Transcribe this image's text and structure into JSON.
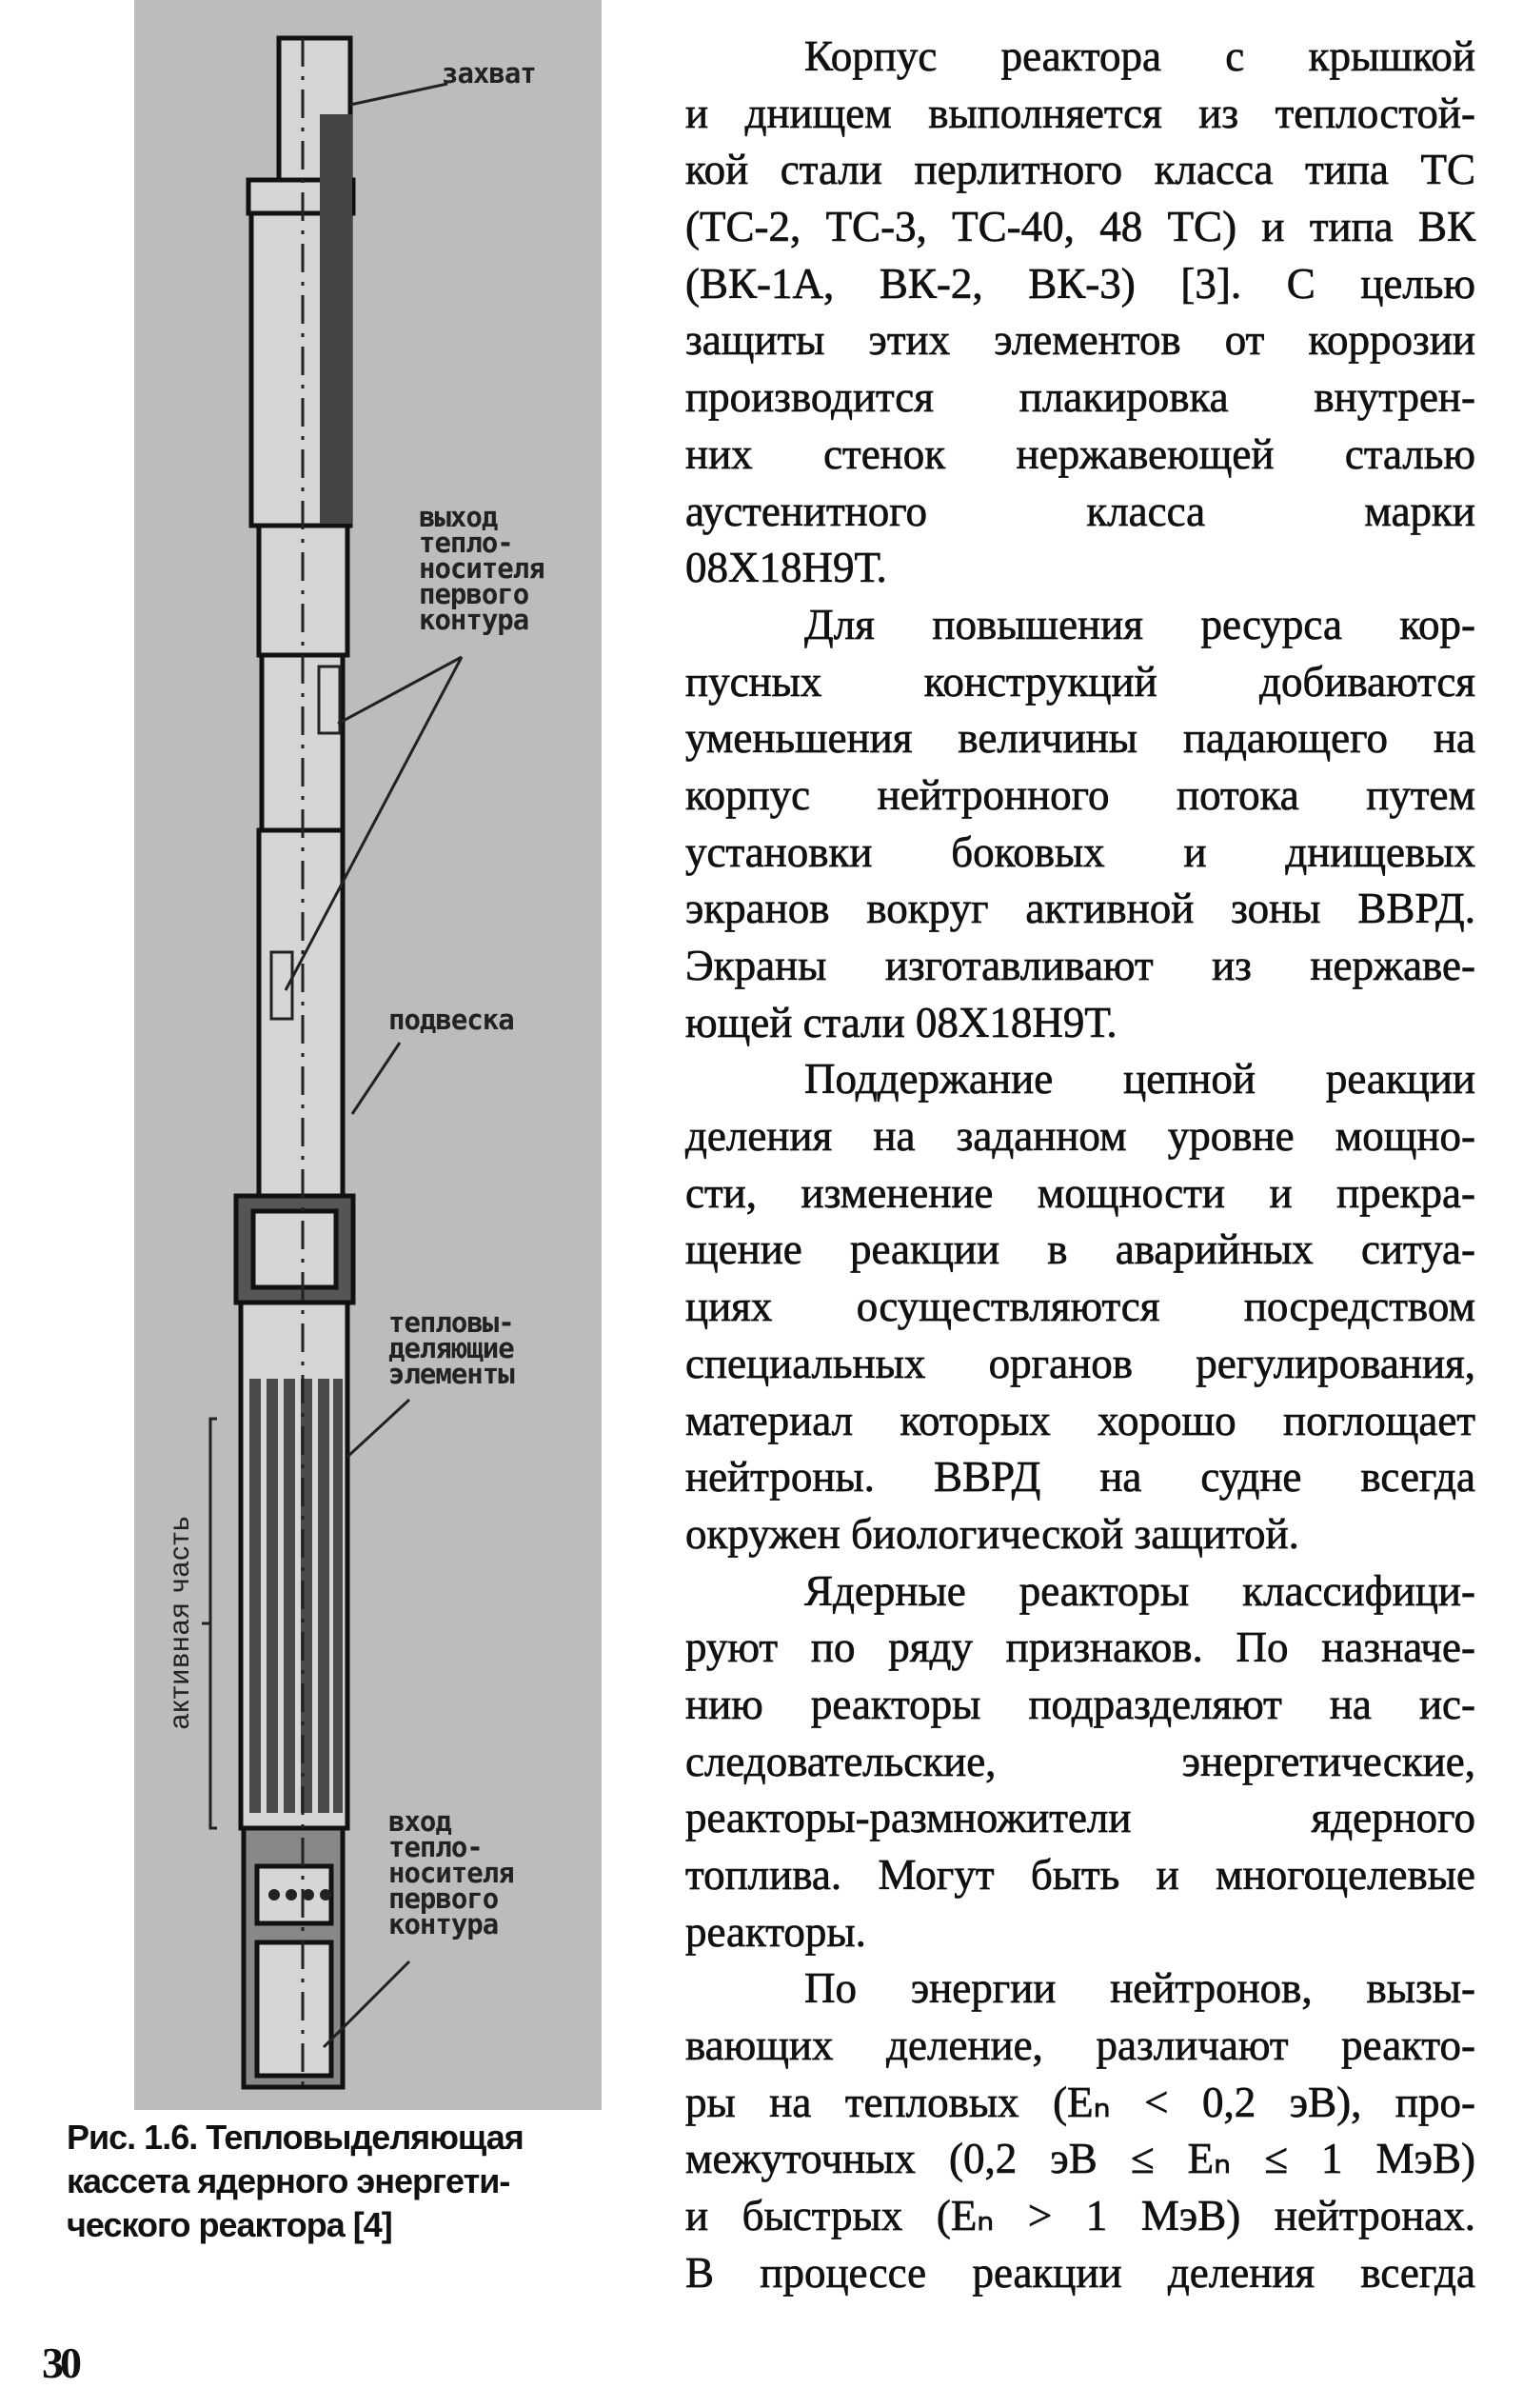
{
  "figure": {
    "labels": {
      "grip": "захват",
      "outlet": [
        "выход",
        "тепло-",
        "носителя",
        "первого",
        "контура"
      ],
      "suspension": "подвеска",
      "fuel_elements": [
        "тепловы-",
        "деляющие",
        "элементы"
      ],
      "active_part": "активная часть",
      "inlet": [
        "вход",
        "тепло-",
        "носителя",
        "первого",
        "контура"
      ]
    },
    "caption": [
      "Рис. 1.6. Тепловыделяющая",
      "кассета ядерного энергети-",
      "ческого реактора [4]"
    ]
  },
  "paragraphs": [
    {
      "lines": [
        "Корпус реактора с крышкой",
        "и днищем выполняется из теплостой-",
        "кой стали перлитного класса типа ТС",
        "(ТС-2, ТС-3, ТС-40, 48 ТС) и типа ВК",
        "(ВК-1А, ВК-2, ВК-3) [3]. С целью",
        "защиты этих элементов от коррозии",
        "производится плакировка внутрен-",
        "них стенок нержавеющей сталью",
        "аустенитного класса марки",
        "08Х18Н9Т."
      ]
    },
    {
      "lines": [
        "Для повышения ресурса кор-",
        "пусных конструкций добиваются",
        "уменьшения величины падающего на",
        "корпус нейтронного потока путем",
        "установки боковых и днищевых",
        "экранов вокруг активной зоны ВВРД.",
        "Экраны изготавливают из нержаве-",
        "ющей стали 08Х18Н9Т."
      ]
    },
    {
      "lines": [
        "Поддержание цепной реакции",
        "деления на заданном уровне мощно-",
        "сти, изменение мощности и прекра-",
        "щение реакции в аварийных ситуа-",
        "циях осуществляются посредством",
        "специальных органов регулирования,",
        "материал которых хорошо поглощает",
        "нейтроны. ВВРД на судне всегда",
        "окружен биологической защитой."
      ]
    },
    {
      "lines": [
        "Ядерные реакторы классифици-",
        "руют по ряду признаков. По назначе-",
        "нию реакторы подразделяют на ис-",
        "следовательские, энергетические,",
        "реакторы-размножители ядерного",
        "топлива. Могут быть и многоцелевые",
        "реакторы."
      ]
    },
    {
      "continues": true,
      "lines": [
        "По энергии нейтронов, вызы-",
        "вающих деление, различают реакто-",
        "ры на тепловых (Eₙ < 0,2 эВ), про-",
        "межуточных (0,2 эВ ≤ Eₙ ≤ 1 МэВ)",
        "и быстрых (Eₙ > 1 МэВ) нейтронах.",
        "В процессе реакции деления всегда"
      ]
    }
  ],
  "page_number": "30"
}
